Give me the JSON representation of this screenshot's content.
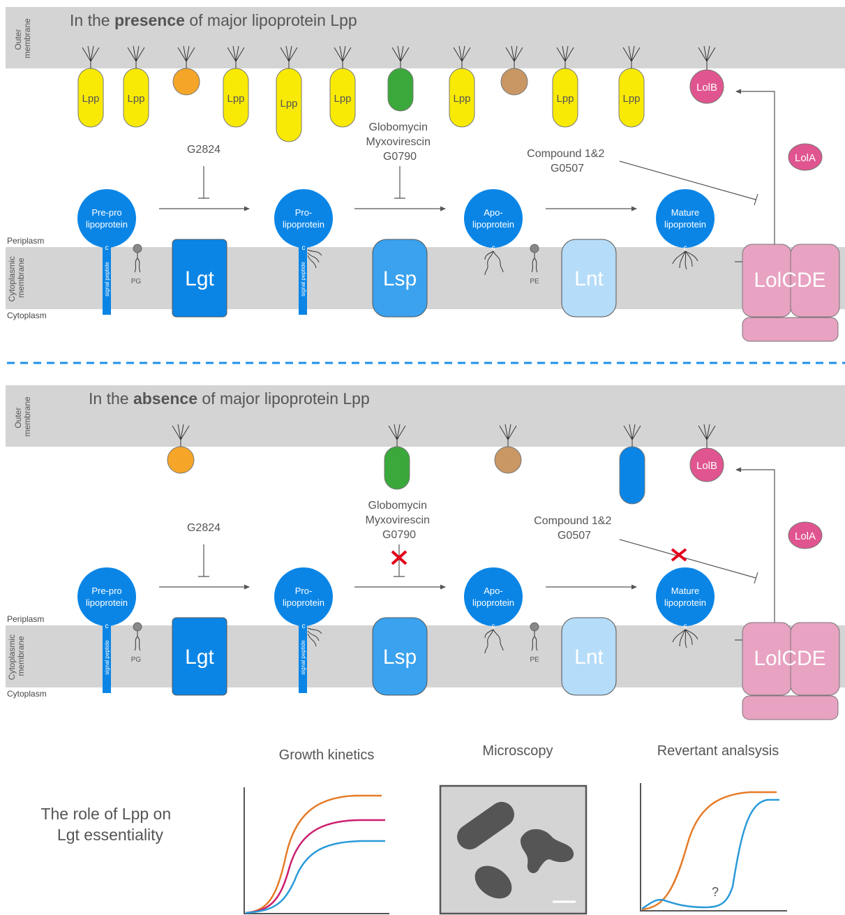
{
  "panels": [
    {
      "title_pre": "In the ",
      "title_bold": "presence",
      "title_post": " of major lipoprotein Lpp",
      "inhibitor_lgt": "G2824",
      "inhibitor_lsp": [
        "Globomycin",
        "Myxovirescin",
        "G0790"
      ],
      "inhibitor_lol": [
        "Compound 1&2",
        "G0507"
      ],
      "outer_membrane_label": [
        "Outer",
        "membrane"
      ]
    },
    {
      "title_pre": "In the ",
      "title_bold": "absence",
      "title_post": " of major lipoprotein Lpp",
      "inhibitor_lgt": "G2824",
      "inhibitor_lsp": [
        "Globomycin",
        "Myxovirescin",
        "G0790"
      ],
      "inhibitor_lol": [
        "Compound 1&2",
        "G0507"
      ],
      "outer_membrane_label": [
        "Outer",
        "membrane"
      ]
    }
  ],
  "common_labels": {
    "periplasm": "Periplasm",
    "cytoplasmic_membrane": [
      "Cytoplasmic",
      "membrane"
    ],
    "cytoplasm": "Cytoplasm",
    "pre_pro": [
      "Pre-pro",
      "lipoprotein"
    ],
    "pro": [
      "Pro-",
      "lipoprotein"
    ],
    "apo": [
      "Apo-",
      "lipoprotein"
    ],
    "mature": [
      "Mature",
      "lipoprotein"
    ],
    "signal_peptide": "signal peptide",
    "cys": "c",
    "pg": "PG",
    "pe": "PE",
    "lgt": "Lgt",
    "lsp": "Lsp",
    "lnt": "Lnt",
    "lolcde": "LolCDE",
    "lola": "LolA",
    "lolb": "LolB",
    "lpp": "Lpp"
  },
  "bottom": {
    "role_text": [
      "The role of Lpp on",
      "Lgt essentiality"
    ],
    "growth_title": "Growth kinetics",
    "microscopy_title": "Microscopy",
    "revertant_title": "Revertant analsysis",
    "question_mark": "?"
  },
  "colors": {
    "membrane": "#d4d4d4",
    "blue": "#0a85e6",
    "lsp": "#3aa2ee",
    "lnt": "#b5dcf8",
    "lol": "#e8a2c2",
    "lolab": "#e0558f",
    "lpp": "#f9ea05",
    "orange": "#f5a628",
    "green": "#3aa83a",
    "tan": "#c99764",
    "divider": "#1e90e8",
    "red_x": "#e3001b",
    "curve_orange": "#e57c29",
    "curve_magenta": "#cc1e6e",
    "curve_blue": "#2a9ad8"
  }
}
